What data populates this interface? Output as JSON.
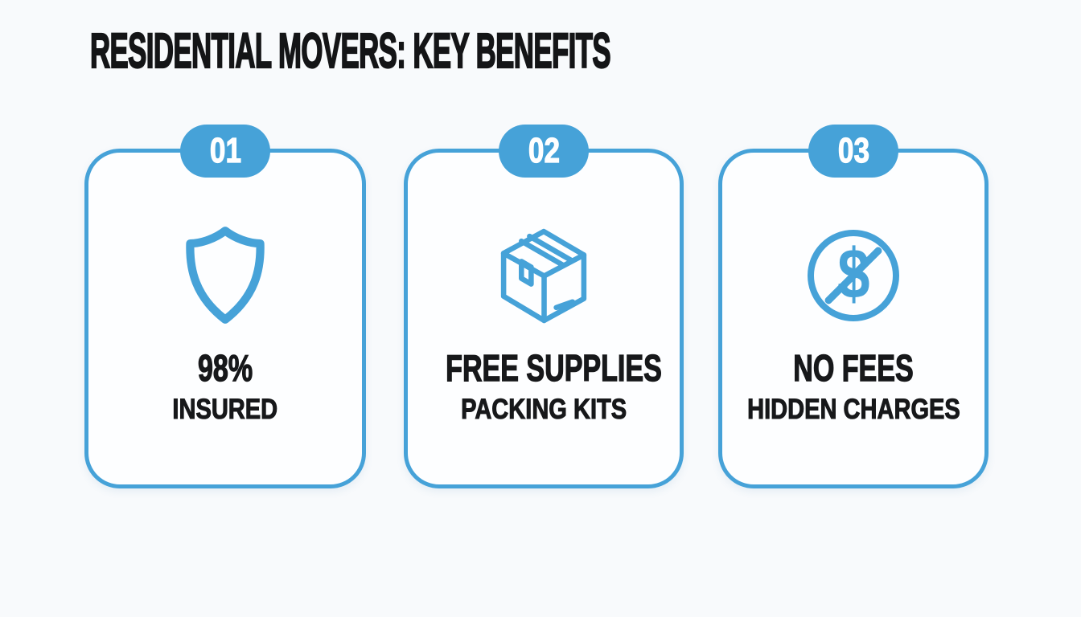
{
  "page": {
    "title": "RESIDENTIAL MOVERS: KEY BENEFITS",
    "colors": {
      "accent_blue": "#46a2d8",
      "background": "#f8fafc",
      "card_background": "#fdfeff",
      "text": "#17181a",
      "badge_text": "#ffffff"
    }
  },
  "cards": [
    {
      "number": "01",
      "icon": "shield-icon",
      "heading": "98%",
      "subheading": "INSURED"
    },
    {
      "number": "02",
      "icon": "package-box-icon",
      "heading": "FREE SUPPLIES",
      "subheading": "PACKING KITS"
    },
    {
      "number": "03",
      "icon": "no-dollar-icon",
      "heading": "NO FEES",
      "subheading": "HIDDEN CHARGES",
      "dollar_glyph": "$"
    }
  ]
}
